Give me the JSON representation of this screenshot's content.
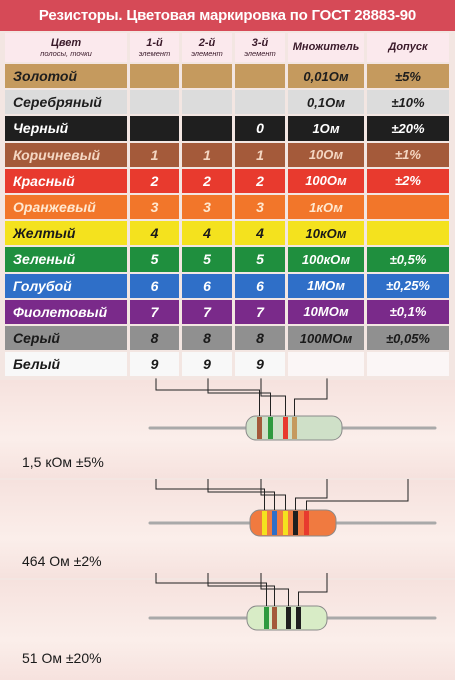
{
  "title": "Резисторы. Цветовая маркировка по ГОСТ 28883-90",
  "headers": [
    {
      "main": "Цвет",
      "sub": "полосы, точки"
    },
    {
      "main": "1-й",
      "sub": "элемент"
    },
    {
      "main": "2-й",
      "sub": "элемент"
    },
    {
      "main": "3-й",
      "sub": "элемент"
    },
    {
      "main": "Множитель",
      "sub": ""
    },
    {
      "main": "Допуск",
      "sub": ""
    }
  ],
  "rows": [
    {
      "name": "Золотой",
      "d1": "",
      "d2": "",
      "d3": "",
      "mult": "0,01Ом",
      "tol": "±5%",
      "color": "#c59a5e",
      "name_color": "#1e1e1e",
      "digit_color": "#1e1e1e"
    },
    {
      "name": "Серебряный",
      "d1": "",
      "d2": "",
      "d3": "",
      "mult": "0,1Ом",
      "tol": "±10%",
      "color": "#dcdcdc",
      "name_color": "#1e1e1e",
      "digit_color": "#1e1e1e"
    },
    {
      "name": "Черный",
      "d1": "",
      "d2": "",
      "d3": "0",
      "mult": "1Ом",
      "tol": "±20%",
      "color": "#1f1f1f",
      "name_color": "#ffffff",
      "digit_color": "#ffffff"
    },
    {
      "name": "Коричневый",
      "d1": "1",
      "d2": "1",
      "d3": "1",
      "mult": "10Ом",
      "tol": "±1%",
      "color": "#a45a3a",
      "name_color": "#f4d6c2",
      "digit_color": "#f4d6c2"
    },
    {
      "name": "Красный",
      "d1": "2",
      "d2": "2",
      "d3": "2",
      "mult": "100Ом",
      "tol": "±2%",
      "color": "#e83a2e",
      "name_color": "#ffffff",
      "digit_color": "#ffffff"
    },
    {
      "name": "Оранжевый",
      "d1": "3",
      "d2": "3",
      "d3": "3",
      "mult": "1кОм",
      "tol": "",
      "color": "#f2762a",
      "name_color": "#ffe8d0",
      "digit_color": "#ffe8d0"
    },
    {
      "name": "Желтый",
      "d1": "4",
      "d2": "4",
      "d3": "4",
      "mult": "10кОм",
      "tol": "",
      "color": "#f4e21e",
      "name_color": "#1a1a1a",
      "digit_color": "#1a1a1a"
    },
    {
      "name": "Зеленый",
      "d1": "5",
      "d2": "5",
      "d3": "5",
      "mult": "100кОм",
      "tol": "±0,5%",
      "color": "#1f8f3e",
      "name_color": "#ffffff",
      "digit_color": "#ffffff"
    },
    {
      "name": "Голубой",
      "d1": "6",
      "d2": "6",
      "d3": "6",
      "mult": "1МОм",
      "tol": "±0,25%",
      "color": "#2f6fc8",
      "name_color": "#ffffff",
      "digit_color": "#ffffff"
    },
    {
      "name": "Фиолетовый",
      "d1": "7",
      "d2": "7",
      "d3": "7",
      "mult": "10МОм",
      "tol": "±0,1%",
      "color": "#7a2a8a",
      "name_color": "#ffffff",
      "digit_color": "#ffffff"
    },
    {
      "name": "Серый",
      "d1": "8",
      "d2": "8",
      "d3": "8",
      "mult": "100МОм",
      "tol": "±0,05%",
      "color": "#909090",
      "name_color": "#1a1a1a",
      "digit_color": "#1a1a1a"
    },
    {
      "name": "Белый",
      "d1": "9",
      "d2": "9",
      "d3": "9",
      "mult": "",
      "tol": "",
      "color": "#f8f8f8",
      "name_color": "#1a1a1a",
      "digit_color": "#1a1a1a"
    }
  ],
  "examples": [
    {
      "label": "1,5 кОм ±5%",
      "bands": [
        "#a45a3a",
        "#2e9a3e",
        "#e83a2e",
        "#c59a5e"
      ],
      "body": "#cfe0c8"
    },
    {
      "label": "464 Ом ±2%",
      "bands": [
        "#f4e21e",
        "#2f6fc8",
        "#f4e21e",
        "#1f1f1f",
        "#e83a2e"
      ],
      "body": "#f07a40"
    },
    {
      "label": "51 Ом ±20%",
      "bands": [
        "#2e9a3e",
        "#a45a3a",
        "#1f1f1f",
        "#1f1f1f"
      ],
      "body": "#d8ecc6"
    }
  ],
  "colors": {
    "title_bg": "#d64a57",
    "page_bg": "#f3e6e2",
    "header_bg": "#fbe9ed",
    "panel_bg": "#f6e2de",
    "lead": "#b8b8b8"
  }
}
